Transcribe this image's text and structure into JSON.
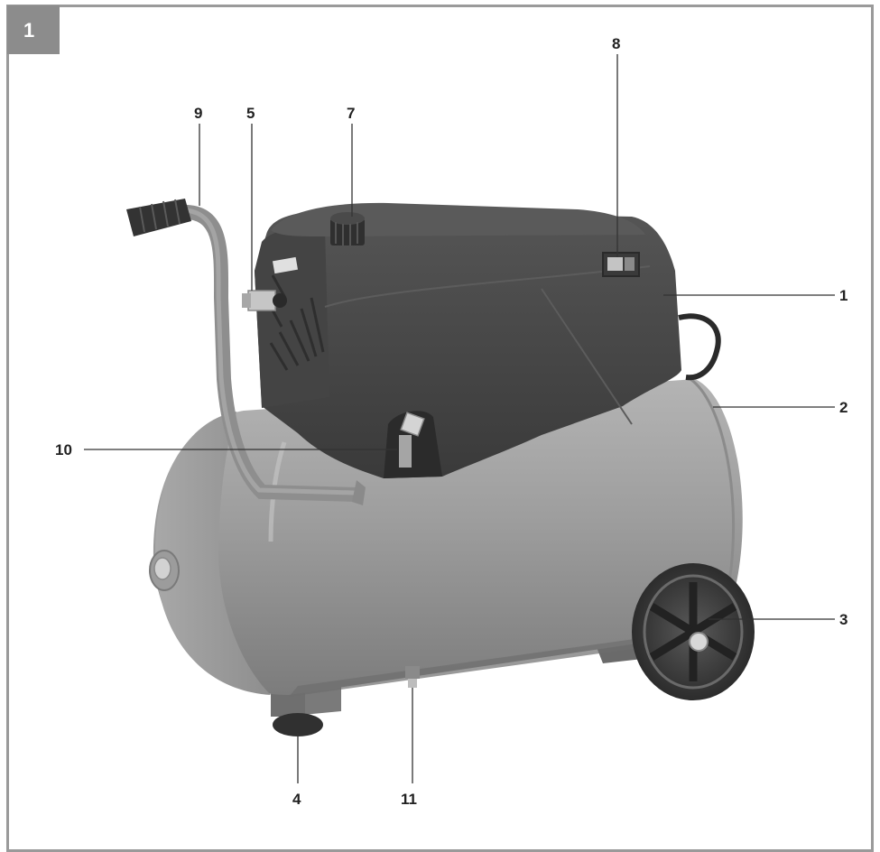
{
  "figure": {
    "number": "1",
    "colors": {
      "frame": "#9a9a9a",
      "badge": "#8c8c8c",
      "tank": "#9b9b9b",
      "housing": "#4a4a4a",
      "label_text": "#222222"
    },
    "callouts": [
      {
        "id": "1",
        "label": "1"
      },
      {
        "id": "2",
        "label": "2"
      },
      {
        "id": "3",
        "label": "3"
      },
      {
        "id": "4",
        "label": "4"
      },
      {
        "id": "5",
        "label": "5"
      },
      {
        "id": "7",
        "label": "7"
      },
      {
        "id": "8",
        "label": "8"
      },
      {
        "id": "9",
        "label": "9"
      },
      {
        "id": "10",
        "label": "10"
      },
      {
        "id": "11",
        "label": "11"
      }
    ]
  }
}
